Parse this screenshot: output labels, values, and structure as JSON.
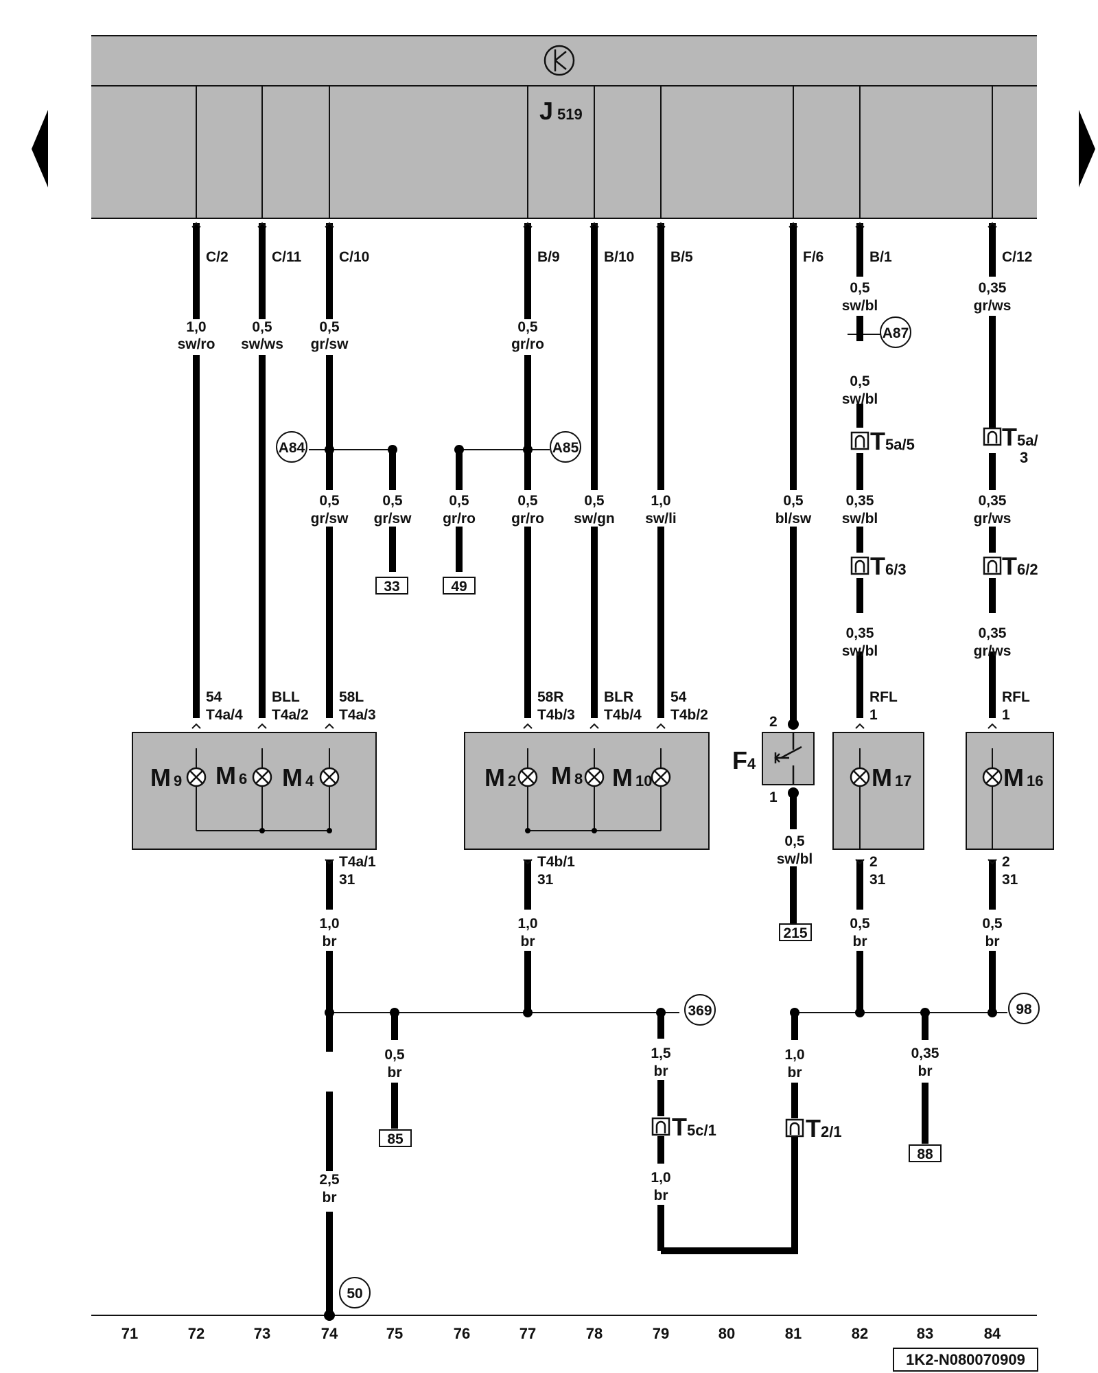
{
  "control_unit": {
    "name": "J",
    "sub": "519"
  },
  "nav": {
    "prev_icon": "prev-page-arrow-icon",
    "next_icon": "next-page-arrow-icon"
  },
  "pins": [
    "C/2",
    "C/11",
    "C/10",
    "B/9",
    "B/10",
    "B/5",
    "F/6",
    "B/1",
    "C/12"
  ],
  "wires": {
    "w72": [
      "1,0",
      "sw/ro"
    ],
    "w73": [
      "0,5",
      "sw/ws"
    ],
    "w74": [
      "0,5",
      "gr/sw"
    ],
    "w77": [
      "0,5",
      "gr/ro"
    ],
    "w82a": [
      "0,5",
      "sw/bl"
    ],
    "w82b": [
      "0,5",
      "sw/bl"
    ],
    "w84a": [
      "0,35",
      "gr/ws"
    ],
    "w74b": [
      "0,5",
      "gr/sw"
    ],
    "w75b": [
      "0,5",
      "gr/sw"
    ],
    "w76b": [
      "0,5",
      "gr/ro"
    ],
    "w77b": [
      "0,5",
      "gr/ro"
    ],
    "w78": [
      "0,5",
      "sw/gn"
    ],
    "w79": [
      "1,0",
      "sw/li"
    ],
    "w81": [
      "0,5",
      "bl/sw"
    ],
    "w82c": [
      "0,35",
      "sw/bl"
    ],
    "w84b": [
      "0,35",
      "gr/ws"
    ],
    "w82d": [
      "0,35",
      "sw/bl"
    ],
    "w84c": [
      "0,35",
      "gr/ws"
    ],
    "w81b": [
      "0,5",
      "sw/bl"
    ],
    "w74c": [
      "1,0",
      "br"
    ],
    "w77c": [
      "1,0",
      "br"
    ],
    "w82e": [
      "0,5",
      "br"
    ],
    "w84e": [
      "0,5",
      "br"
    ],
    "w75c": [
      "0,5",
      "br"
    ],
    "w79c": [
      "1,5",
      "br"
    ],
    "w81c": [
      "1,0",
      "br"
    ],
    "w83c": [
      "0,35",
      "br"
    ],
    "w74d": [
      "2,5",
      "br"
    ],
    "w79d": [
      "1,0",
      "br"
    ]
  },
  "junctions": {
    "a84": "A84",
    "a85": "A85",
    "a87": "A87"
  },
  "connectors": {
    "t5a5": {
      "main": "T",
      "sub": "5a/5"
    },
    "t5a3": {
      "main": "T",
      "sub": "5a/",
      "sub2": "3"
    },
    "t63": {
      "main": "T",
      "sub": "6/3"
    },
    "t62": {
      "main": "T",
      "sub": "6/2"
    },
    "t5c1": {
      "main": "T",
      "sub": "5c/1"
    },
    "t21": {
      "main": "T",
      "sub": "2/1"
    }
  },
  "terminals_top": {
    "m9": [
      "54",
      "T4a/4"
    ],
    "m6": [
      "BLL",
      "T4a/2"
    ],
    "m4": [
      "58L",
      "T4a/3"
    ],
    "m2": [
      "58R",
      "T4b/3"
    ],
    "m8": [
      "BLR",
      "T4b/4"
    ],
    "m10": [
      "54",
      "T4b/2"
    ],
    "m17": [
      "RFL",
      "1"
    ],
    "m16": [
      "RFL",
      "1"
    ]
  },
  "terminals_bottom": {
    "a": [
      "T4a/1",
      "31"
    ],
    "b": [
      "T4b/1",
      "31"
    ],
    "m17": [
      "2",
      "31"
    ],
    "m16": [
      "2",
      "31"
    ]
  },
  "fuse": {
    "name": "F",
    "sub": "4",
    "pin_top": "2",
    "pin_bottom": "1"
  },
  "lamps": [
    {
      "id": "m9",
      "name": "M",
      "sub": "9"
    },
    {
      "id": "m6",
      "name": "M",
      "sub": "6"
    },
    {
      "id": "m4",
      "name": "M",
      "sub": "4"
    },
    {
      "id": "m2",
      "name": "M",
      "sub": "2"
    },
    {
      "id": "m8",
      "name": "M",
      "sub": "8"
    },
    {
      "id": "m10",
      "name": "M",
      "sub": "10"
    },
    {
      "id": "m17",
      "name": "M",
      "sub": "17"
    },
    {
      "id": "m16",
      "name": "M",
      "sub": "16"
    }
  ],
  "refs_box": {
    "r33": "33",
    "r49": "49",
    "r85": "85",
    "r88": "88",
    "r215": "215"
  },
  "refs_circle": {
    "c369": "369",
    "c98": "98",
    "c50": "50"
  },
  "columns": [
    "71",
    "72",
    "73",
    "74",
    "75",
    "76",
    "77",
    "78",
    "79",
    "80",
    "81",
    "82",
    "83",
    "84"
  ],
  "drawing_id": "1K2-N080070909"
}
